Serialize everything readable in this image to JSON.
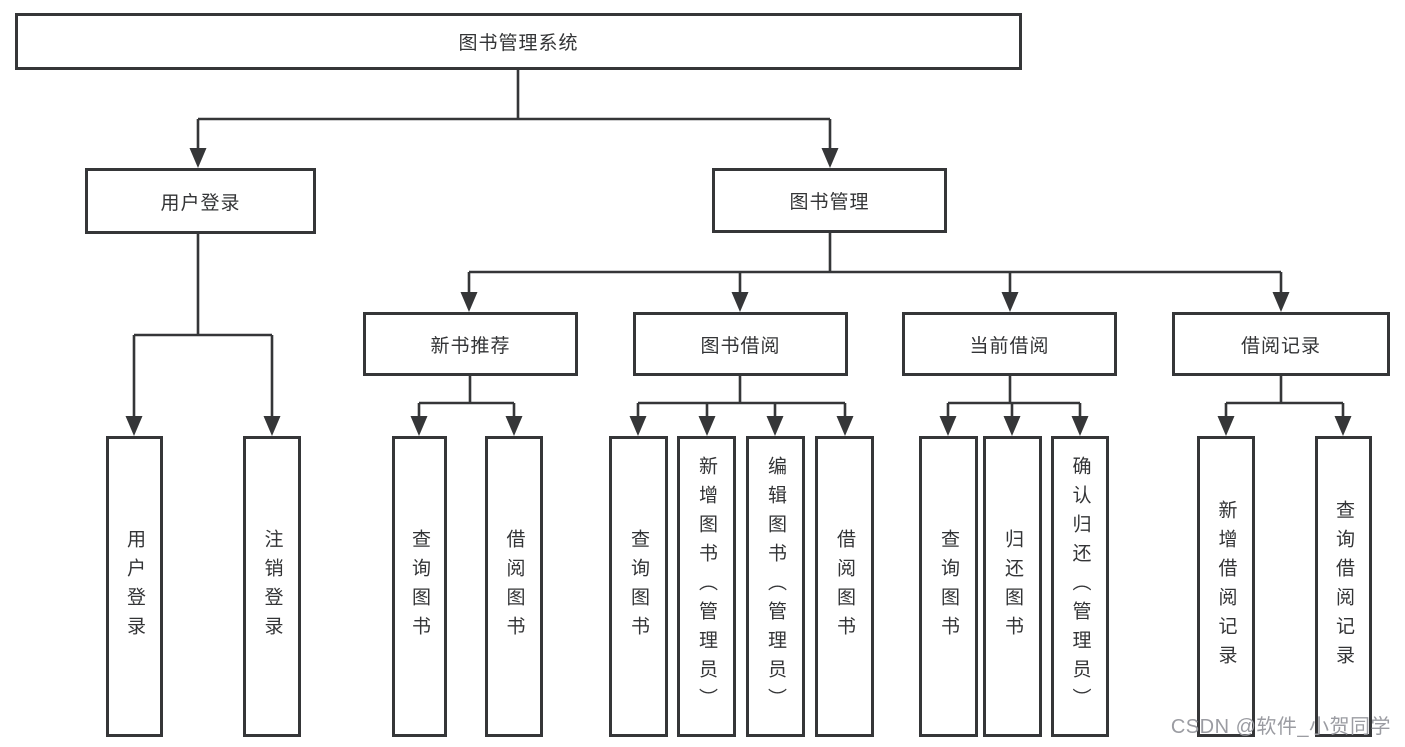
{
  "tree": {
    "label": "图书管理系统",
    "children": [
      {
        "label": "用户登录",
        "children": [
          {
            "label": "用户登录"
          },
          {
            "label": "注销登录"
          }
        ]
      },
      {
        "label": "图书管理",
        "children": [
          {
            "label": "新书推荐",
            "children": [
              {
                "label": "查询图书"
              },
              {
                "label": "借阅图书"
              }
            ]
          },
          {
            "label": "图书借阅",
            "children": [
              {
                "label": "查询图书"
              },
              {
                "label": "新增图书（管理员）"
              },
              {
                "label": "编辑图书（管理员）"
              },
              {
                "label": "借阅图书"
              }
            ]
          },
          {
            "label": "当前借阅",
            "children": [
              {
                "label": "查询图书"
              },
              {
                "label": "归还图书"
              },
              {
                "label": "确认归还（管理员）"
              }
            ]
          },
          {
            "label": "借阅记录",
            "children": [
              {
                "label": "新增借阅记录"
              },
              {
                "label": "查询借阅记录"
              }
            ]
          }
        ]
      }
    ]
  },
  "watermark": {
    "text": "CSDN @软件_小贺同学"
  },
  "colors": {
    "line": "#353638",
    "text": "#333436",
    "watermark_text": "#9b9ca2",
    "background": "#ffffff"
  }
}
